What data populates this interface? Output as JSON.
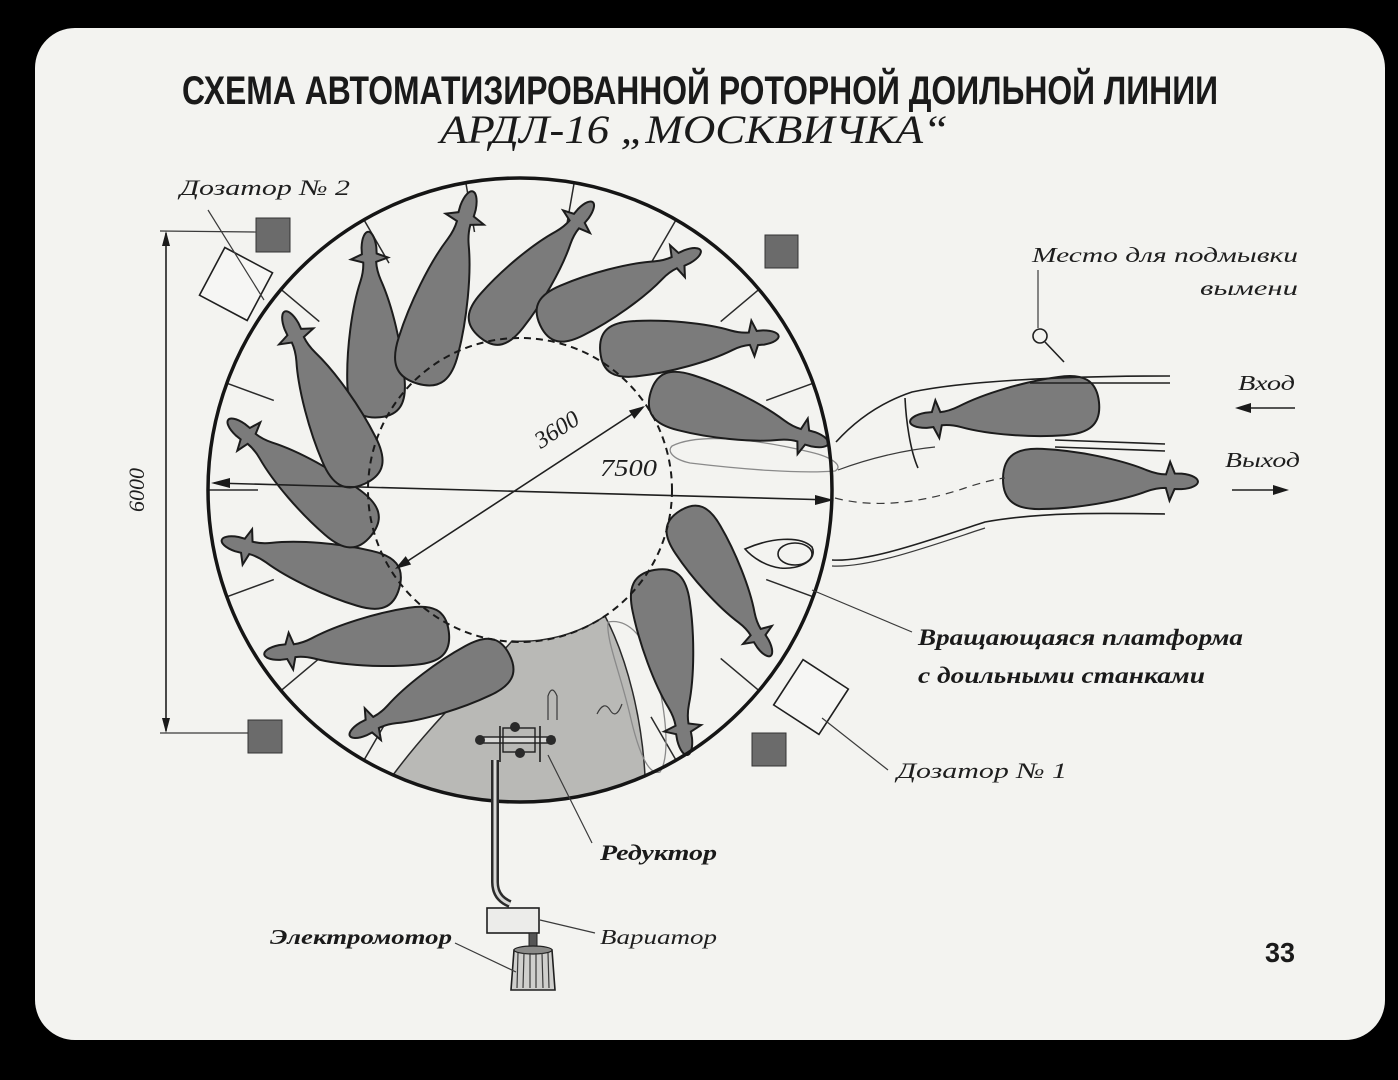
{
  "title": {
    "line1": "СХЕМА АВТОМАТИЗИРОВАННОЙ РОТОРНОЙ ДОИЛЬНОЙ ЛИНИИ",
    "line2": "АРДЛ-16 „МОСКВИЧКА“"
  },
  "labels": {
    "dispenser_2": "Дозатор № 2",
    "wash_place": [
      "Место для подмывки",
      "вымени"
    ],
    "entry": "Вход",
    "exit": "Выход",
    "platform": [
      "Вращающаяся платформа",
      "с доильными станками"
    ],
    "dispenser_1": "Дозатор № 1",
    "reducer": "Редуктор",
    "variator": "Вариатор",
    "motor": "Электромотор"
  },
  "dimensions": {
    "inner_diameter": "3600",
    "outer_diameter": "7500",
    "width": "6000"
  },
  "page_number": "33",
  "icons": {
    "entry_arrow": "arrow-left-icon",
    "exit_arrow": "arrow-right-icon"
  },
  "colors": {
    "background": "#000000",
    "slide": "#f3f3f0",
    "ink": "#1b1b1b",
    "cow": "#7b7b7b",
    "drive_area": "#b9b9b6",
    "marker_square": "#6b6b6b"
  }
}
